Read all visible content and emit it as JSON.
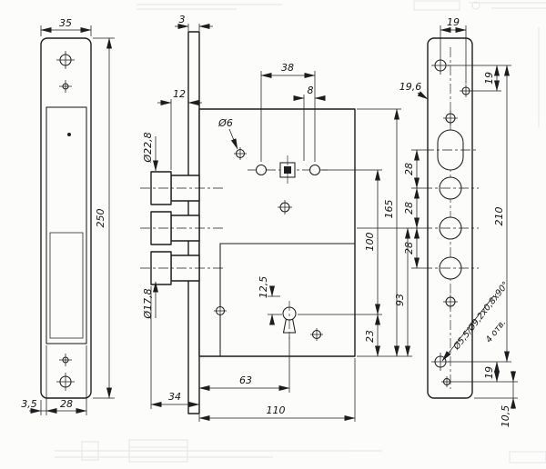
{
  "style": {
    "line_color": "#1d1d1f",
    "background": "#fcfcfb",
    "watermark": "#d3d7da"
  },
  "left_view": {
    "width": "35",
    "height": "250",
    "margin": "3,5",
    "window": "28"
  },
  "body_view": {
    "plate": "3",
    "head_len": "12",
    "hub_span": "38",
    "hub_off": "8",
    "pin": "Ø6",
    "head_dia": "Ø22,8",
    "bolt_dia": "Ø17,8",
    "key_off": "12,5",
    "key_x": "63",
    "bolt_ext": "34",
    "width": "110",
    "hub_key": "100",
    "height": "165",
    "key_bottom": "23",
    "lower": "93"
  },
  "front_view": {
    "hole_dx": "19",
    "width": "19,6",
    "pitch1": "28",
    "pitch2": "28",
    "pitch3": "28",
    "span": "210",
    "screw_gap": "19",
    "bottom_gap": "19",
    "edge": "10,5",
    "note": "Ø5,5/Ø9,2x0,8x90°",
    "count": "4 отв."
  }
}
